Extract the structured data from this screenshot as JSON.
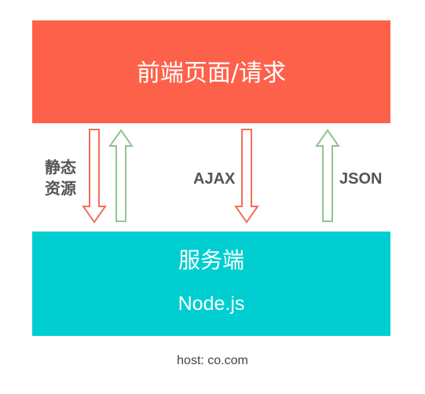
{
  "top_box": {
    "title": "前端页面/请求",
    "color": "#fe614a"
  },
  "bottom_box": {
    "title": "服务端",
    "subtitle": "Node.js",
    "color": "#00ced1"
  },
  "labels": {
    "static_line1": "静态",
    "static_line2": "资源",
    "ajax": "AJAX",
    "json": "JSON"
  },
  "arrows": [
    {
      "name": "static-request-arrow",
      "direction": "down",
      "color": "#f0705a"
    },
    {
      "name": "static-response-arrow",
      "direction": "up",
      "color": "#8fc58f"
    },
    {
      "name": "ajax-request-arrow",
      "direction": "down",
      "color": "#f0705a"
    },
    {
      "name": "json-response-arrow",
      "direction": "up",
      "color": "#8fc58f"
    }
  ],
  "footer": {
    "text": "host: co.com"
  }
}
